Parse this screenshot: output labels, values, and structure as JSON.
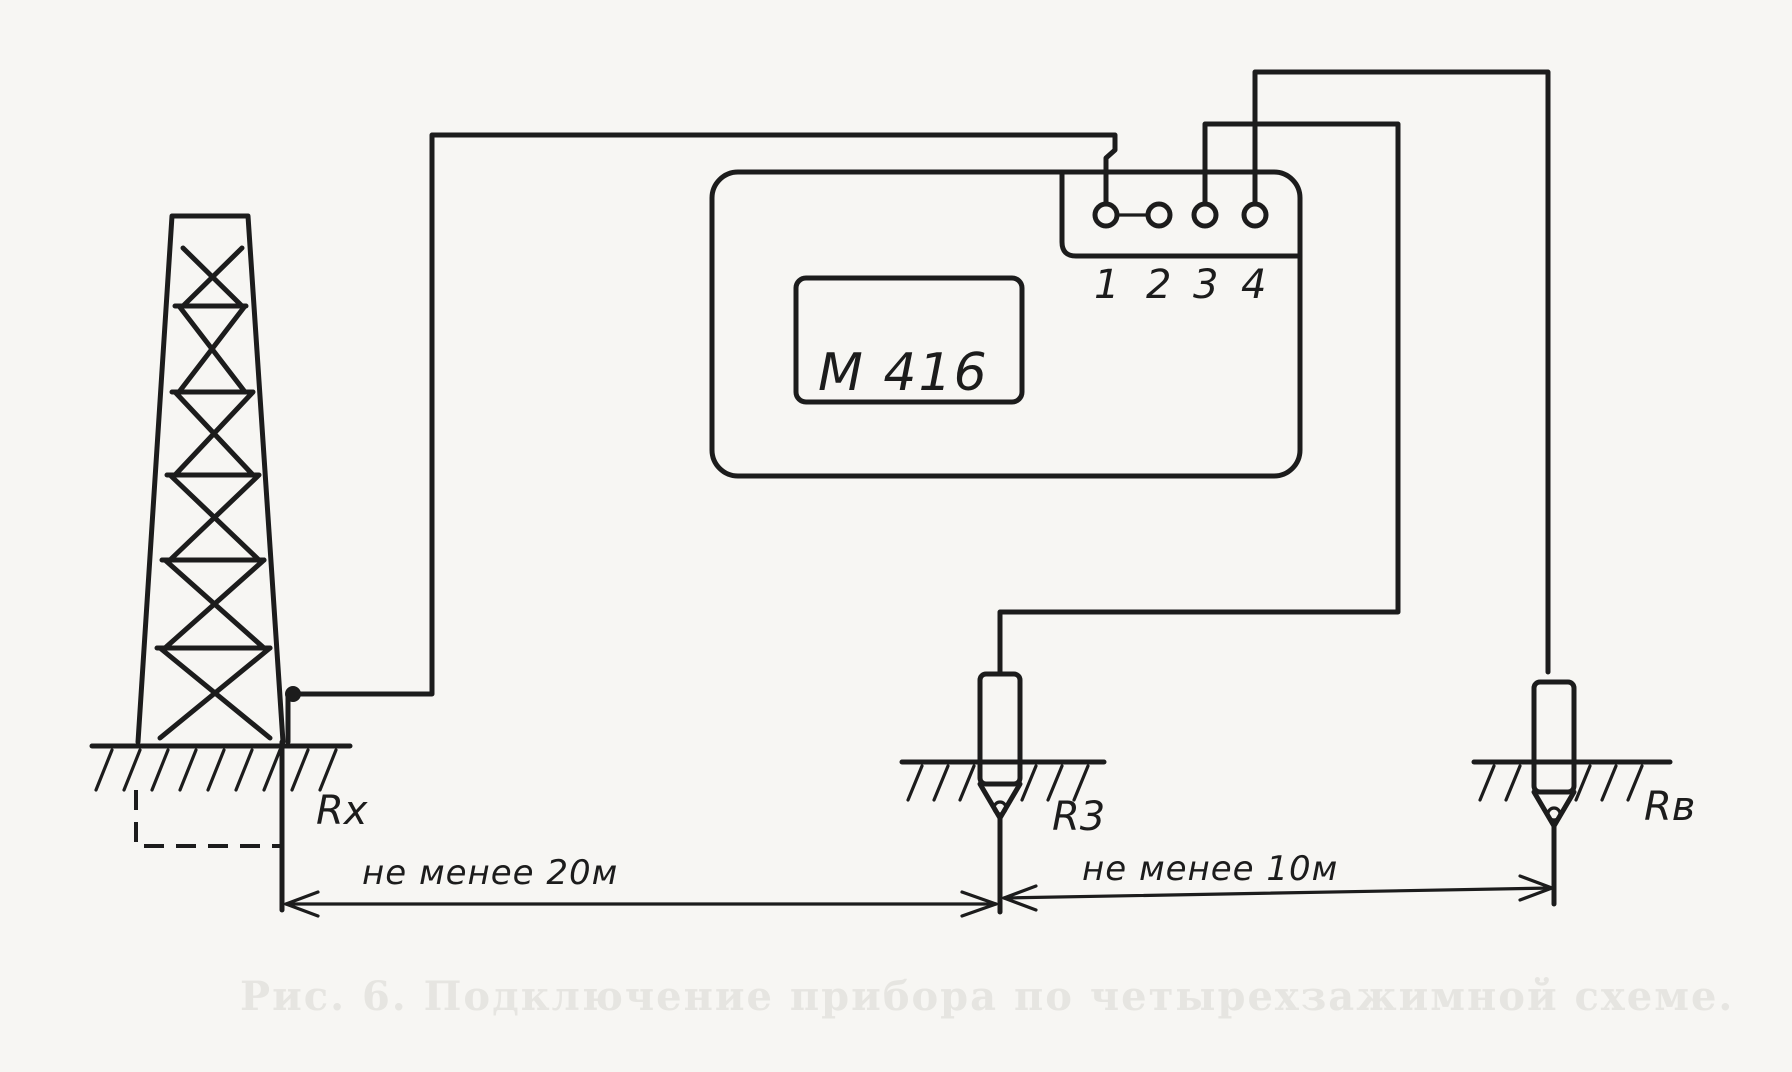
{
  "instrument": {
    "model": "М 416",
    "terminals": [
      "1",
      "2",
      "3",
      "4"
    ]
  },
  "labels": {
    "rx": "Rx",
    "rz": "R3",
    "rv": "Rв"
  },
  "dimensions": {
    "first": "не менее  20м",
    "second": "не менее  10м"
  },
  "caption": "Рис. 6. Подключение прибора по четырехзажимной схеме."
}
